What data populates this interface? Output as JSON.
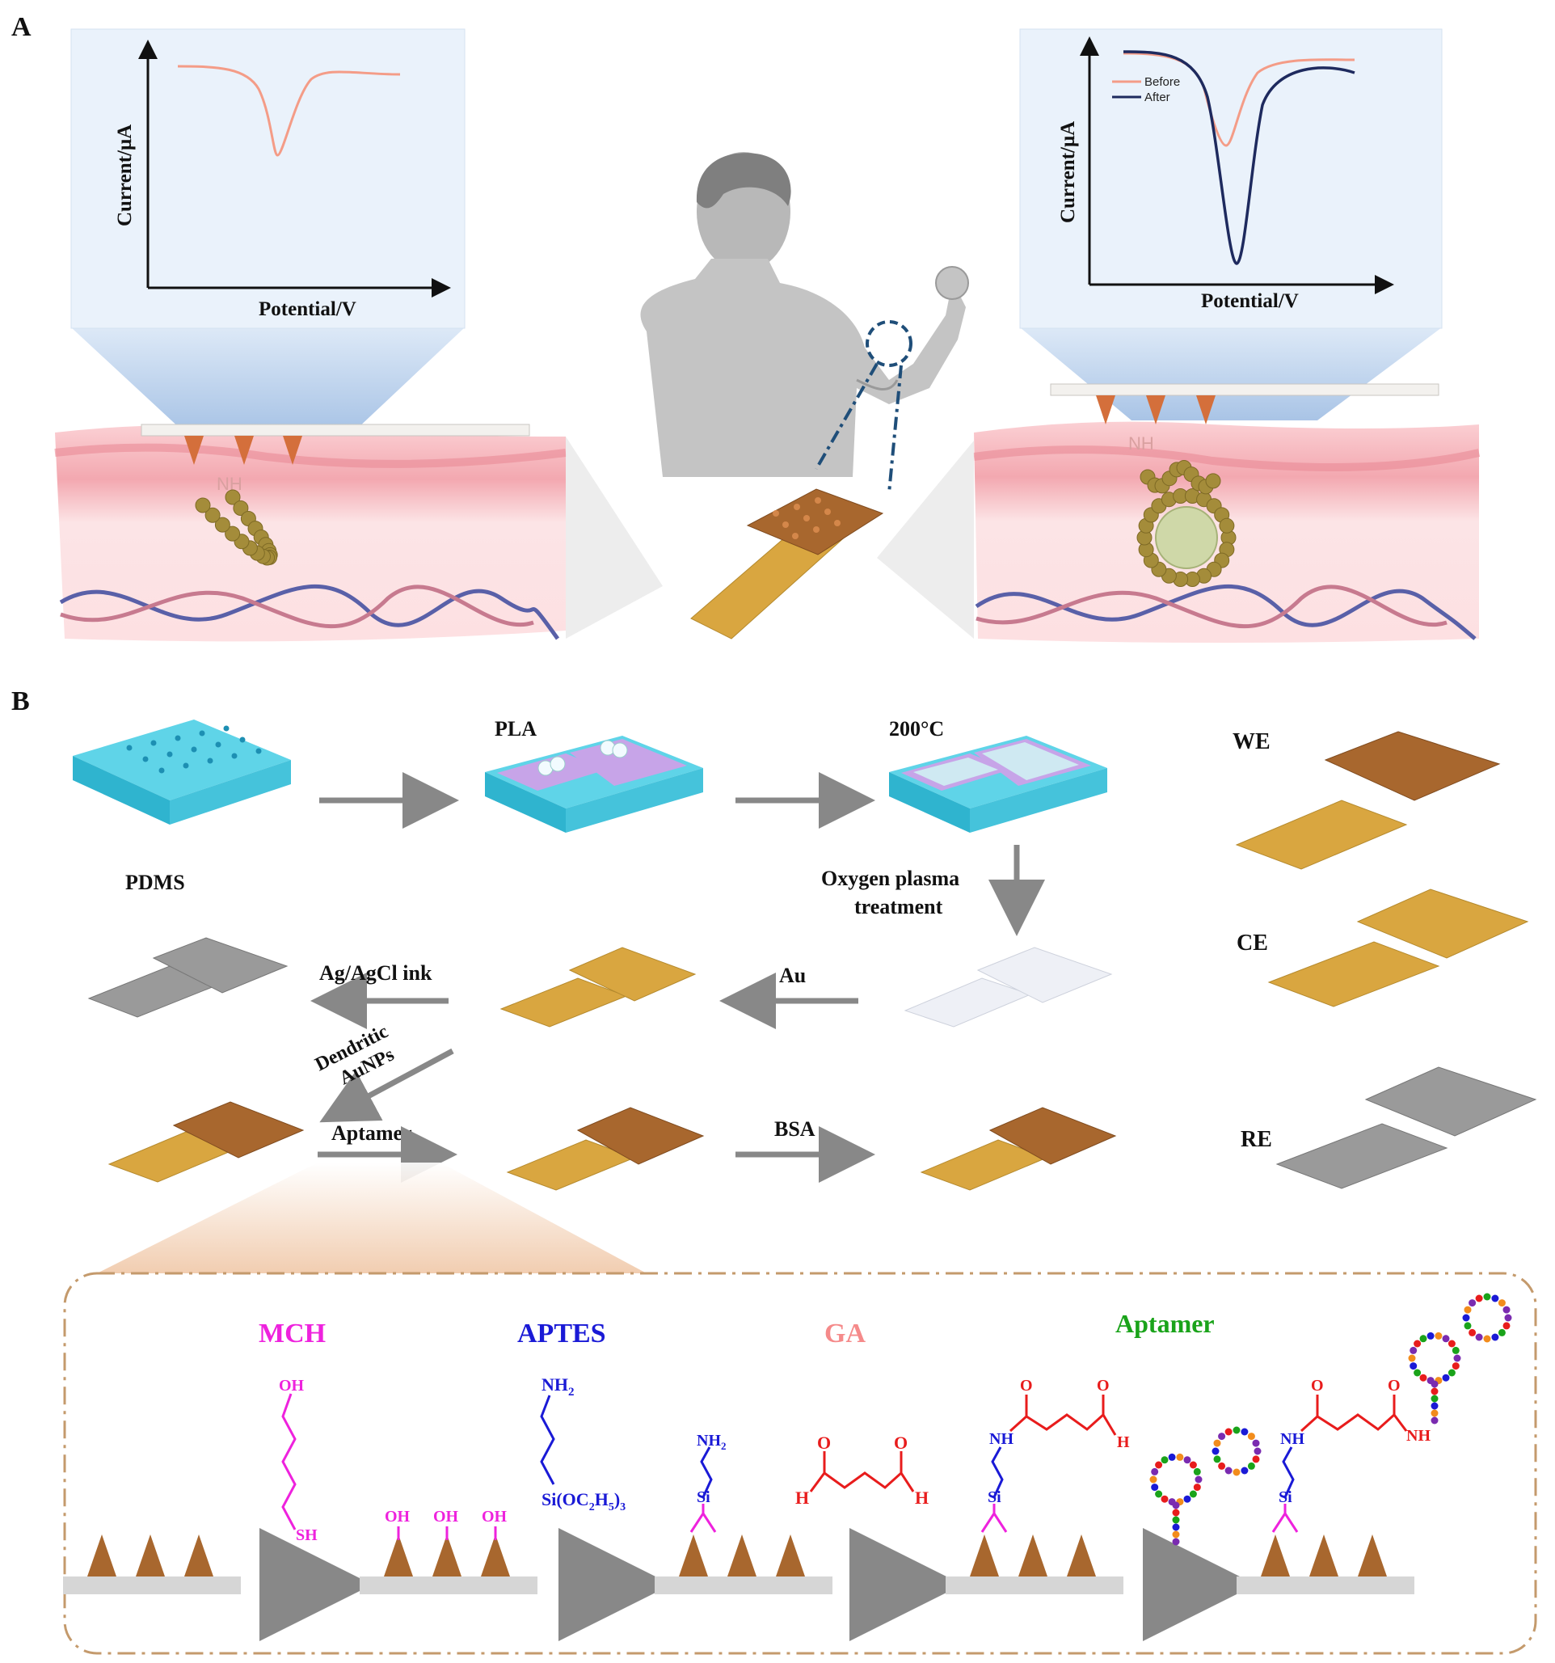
{
  "panels": {
    "a": "A",
    "b": "B"
  },
  "plot_left": {
    "ylabel": "Current/μA",
    "xlabel": "Potential/V"
  },
  "plot_right": {
    "ylabel": "Current/μA",
    "xlabel": "Potential/V",
    "legend": [
      "Before",
      "After"
    ]
  },
  "skin": {
    "nh": "NH"
  },
  "fab": {
    "pdms": "PDMS",
    "pla": "PLA",
    "temp": "200°C",
    "plasma_1": "Oxygen plasma",
    "plasma_2": "treatment",
    "au": "Au",
    "agcl": "Ag/AgCl ink",
    "dendritic_1": "Dendritic",
    "dendritic_2": "AuNPs",
    "aptamer": "Aptamer",
    "bsa": "BSA",
    "we": "WE",
    "ce": "CE",
    "re": "RE"
  },
  "chem": {
    "mch": "MCH",
    "aptes": "APTES",
    "ga": "GA",
    "aptamer": "Aptamer",
    "oh": "OH",
    "sh": "SH",
    "nh2": "NH",
    "si": "Si",
    "sioc": "Si(OC",
    "nh": "NH",
    "o": "O",
    "h": "H"
  },
  "colors": {
    "before": "#f49c87",
    "after": "#1e2a5e",
    "mch": "#ee22dd",
    "aptes": "#1a1ad6",
    "ga": "#f58a8a",
    "aptamer": "#1aa31a",
    "red": "#e81c1c",
    "gold": "#d9a640",
    "copper": "#a8672e"
  }
}
